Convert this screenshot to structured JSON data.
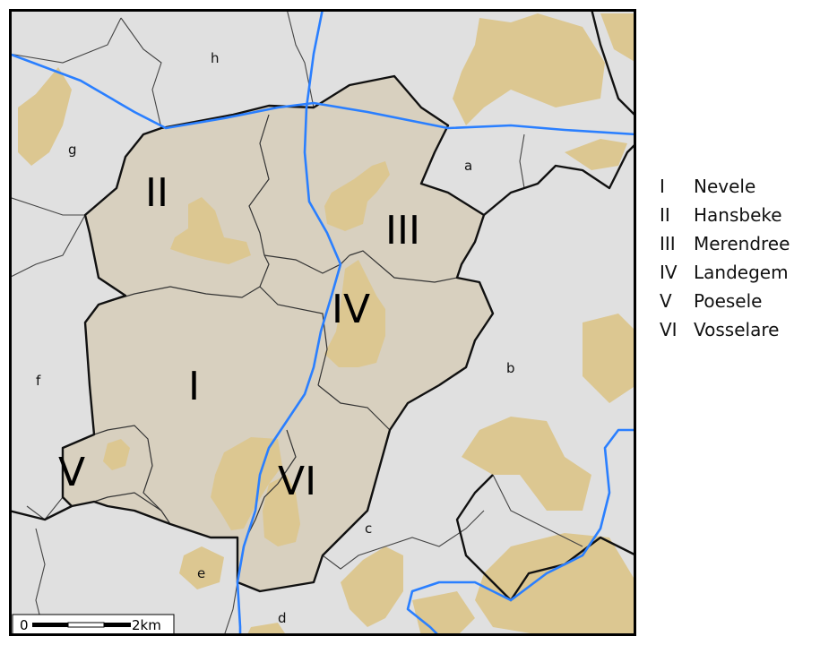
{
  "map": {
    "colors": {
      "background": "#e0e0e0",
      "municipality_fill": "#d8d0bf",
      "urban": "#dcc791",
      "water": "#2a7fff",
      "border": "#111111",
      "inner_border": "#333333"
    },
    "regions": [
      {
        "numeral": "I",
        "name": "Nevele"
      },
      {
        "numeral": "II",
        "name": "Hansbeke"
      },
      {
        "numeral": "III",
        "name": "Merendree"
      },
      {
        "numeral": "IV",
        "name": "Landegem"
      },
      {
        "numeral": "V",
        "name": "Poesele"
      },
      {
        "numeral": "VI",
        "name": "Vosselare"
      }
    ],
    "neighbors": [
      "a",
      "b",
      "c",
      "d",
      "e",
      "f",
      "g",
      "h"
    ],
    "scale": {
      "start": "0",
      "end": "2km"
    }
  }
}
